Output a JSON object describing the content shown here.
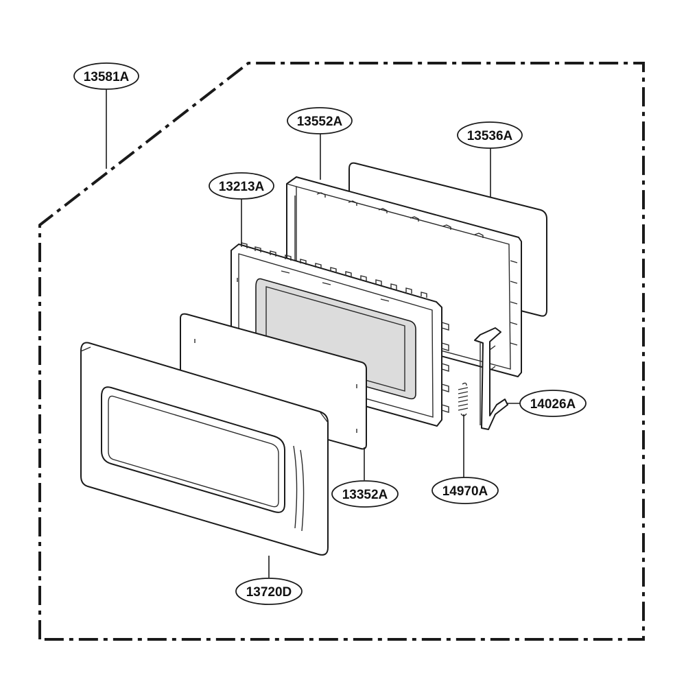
{
  "diagram": {
    "colors": {
      "outline": "#1a1a1a",
      "glass_shade": "#dcdcdc",
      "background": "#ffffff"
    },
    "callouts": {
      "assembly": "13581A",
      "frame": "13552A",
      "back_cover": "13536A",
      "inner_door": "13213A",
      "latch": "14026A",
      "spring": "14970A",
      "glass_panel": "13352A",
      "front_frame": "13720D"
    }
  }
}
